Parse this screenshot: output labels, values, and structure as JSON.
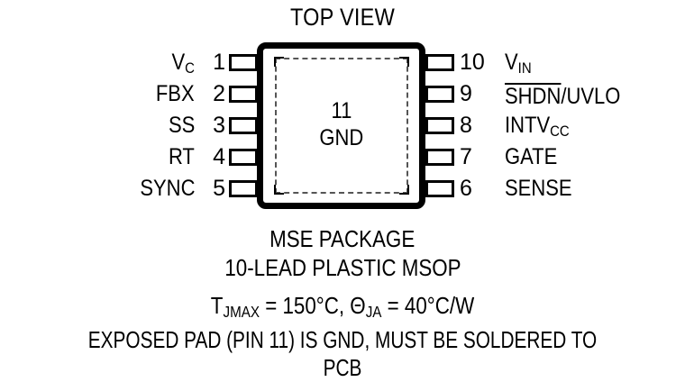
{
  "title": "TOP VIEW",
  "package": {
    "center_pin_number": "11",
    "center_pin_label": "GND"
  },
  "pins": {
    "left": [
      {
        "number": "1",
        "name": "V",
        "sub": "C"
      },
      {
        "number": "2",
        "name": "FBX",
        "sub": ""
      },
      {
        "number": "3",
        "name": "SS",
        "sub": ""
      },
      {
        "number": "4",
        "name": "RT",
        "sub": ""
      },
      {
        "number": "5",
        "name": "SYNC",
        "sub": ""
      }
    ],
    "right": [
      {
        "number": "10",
        "name": "V",
        "sub": "IN",
        "overline": ""
      },
      {
        "number": "9",
        "name": "",
        "sub": "",
        "overline": "SHDN",
        "suffix": "/UVLO"
      },
      {
        "number": "8",
        "name": "INTV",
        "sub": "CC",
        "overline": ""
      },
      {
        "number": "7",
        "name": "GATE",
        "sub": "",
        "overline": ""
      },
      {
        "number": "6",
        "name": "SENSE",
        "sub": "",
        "overline": ""
      }
    ]
  },
  "caption": {
    "line1": "MSE PACKAGE",
    "line2": "10-LEAD PLASTIC MSOP",
    "line3_prefix": "T",
    "line3_sub1": "JMAX",
    "line3_mid": " = 150°C, Θ",
    "line3_sub2": "JA",
    "line3_suffix": " = 40°C/W",
    "line4": "EXPOSED PAD (PIN 11) IS GND, MUST BE SOLDERED TO PCB"
  },
  "colors": {
    "ink": "#000000",
    "background": "#ffffff",
    "dashed_pad": "#555555"
  }
}
